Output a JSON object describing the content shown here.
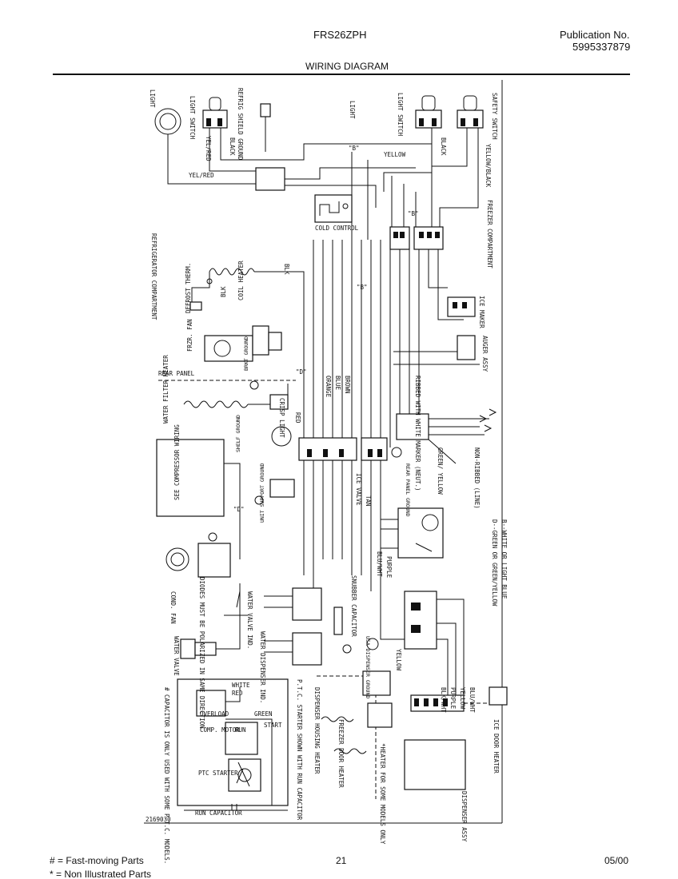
{
  "header": {
    "model": "FRS26ZPH",
    "publication_label": "Publication No.",
    "publication_number": "5995337879",
    "title": "WIRING DIAGRAM"
  },
  "labels": {
    "light_left": "LIGHT",
    "light_switch_left": "LIGHT SWITCH",
    "refrig_shield_ground": "REFRIG SHIELD GROUND",
    "light_top": "LIGHT",
    "light_switch_right": "LIGHT SWITCH",
    "safety_switch": "SAFETY SWITCH",
    "yellow": "YELLOW",
    "black1": "BLACK",
    "black2": "BLACK",
    "yel_black": "YELLOW/BLACK",
    "yel_red": "YEL/RED",
    "yel_red2": "YEL/RED",
    "b1": "\"B\"",
    "b2": "\"B\"",
    "b3": "\"B\"",
    "d1": "\"D\"",
    "d2": "\"D\"",
    "cold_control": "COLD CONTROL",
    "freezer_compartment": "FREEZER COMPARTMENT",
    "refrigerator_compartment": "REFRIGERATOR COMPARTMENT",
    "defrost_therm": "DEFROST THERM.",
    "coil_heater": "COIL HEATER",
    "blk1": "BLK",
    "blk2": "BLK",
    "frzr_fan": "FRZR. FAN",
    "ice_maker": "ICE MAKER",
    "auger_assy": "AUGER ASSY",
    "rear_panel": "REAR PANEL",
    "brkt_ground": "BRKT GROUND",
    "water_filter_heater": "WATER FILTER HEATER",
    "ribbed_white": "RIBBED WITH WHITE MARKER (NEUT.)",
    "brown": "BROWN",
    "blue": "BLUE",
    "orange": "ORANGE",
    "red": "RED",
    "crisper_light": "CRISP LIGHT",
    "shelf_ground": "SHELF GROUND",
    "green_yellow": "GREEN/ YELLOW",
    "non_ribbed_line": "NON-RIBBED (LINE)",
    "rear_panel_ground": "REAR PANEL GROUND",
    "see_compressor_wiring": "SEE COMPRESSOR WIRING",
    "unit_support_ground": "UNIT SUPPORT GROUND",
    "ice_valve": "ICE VALVE",
    "tan": "TAN",
    "b_white": "B--WHITE OR LIGHT BLUE",
    "d_green": "D--GREEN OR GREEN/YELLOW",
    "purple": "PURPLE",
    "blu_wht": "BLU/WHT",
    "cond_fan": "COND. FAN",
    "diodes_note": "DIODES MUST BE POLARIZED IN SAME DIRECTION",
    "water_valve_ind": "WATER VALVE IND.",
    "water_dispenser": "WATER DISPENSER IND.",
    "snubber_capacitor": "SNUBBER CAPACITOR",
    "water_valve": "WATER VALVE",
    "usa_ground": "USA DISPENSER GROUND",
    "yellow2": "YELLOW",
    "capacitor_note": "# CAPACITOR IS ONLY USED WITH SOME P.T.C. MODELS.",
    "white": "WHITE",
    "red2": "RED",
    "green": "GREEN",
    "overload": "OVERLOAD",
    "comp_motor": "COMP. MOTOR",
    "run": "RUN",
    "start": "START",
    "ptc_starter": "PTC STARTER",
    "ptc_note": "P.T.C. STARTER SHOWN WITH RUN CAPACITOR",
    "dispenser_housing_heater": "DISPENSER HOUSING HEATER",
    "freezer_door_heater": "FREEZER DOOR HEATER",
    "heater_note": "*HEATER FOR SOME MODELS ONLY",
    "ice_door_heater": "ICE DOOR HEATER",
    "dispenser_assy": "DISPENSER ASSY",
    "blu_wht2": "BLU/WHT",
    "yellow3": "YELLOW",
    "purple2": "PURPLE",
    "blk_wht": "BLK/WHT",
    "run_capacitor": "RUN CAPACITOR",
    "diagram_code": "2169030"
  },
  "footer": {
    "legend1": "# = Fast-moving Parts",
    "legend2": "* = Non Illustrated Parts",
    "page": "21",
    "date": "05/00"
  }
}
